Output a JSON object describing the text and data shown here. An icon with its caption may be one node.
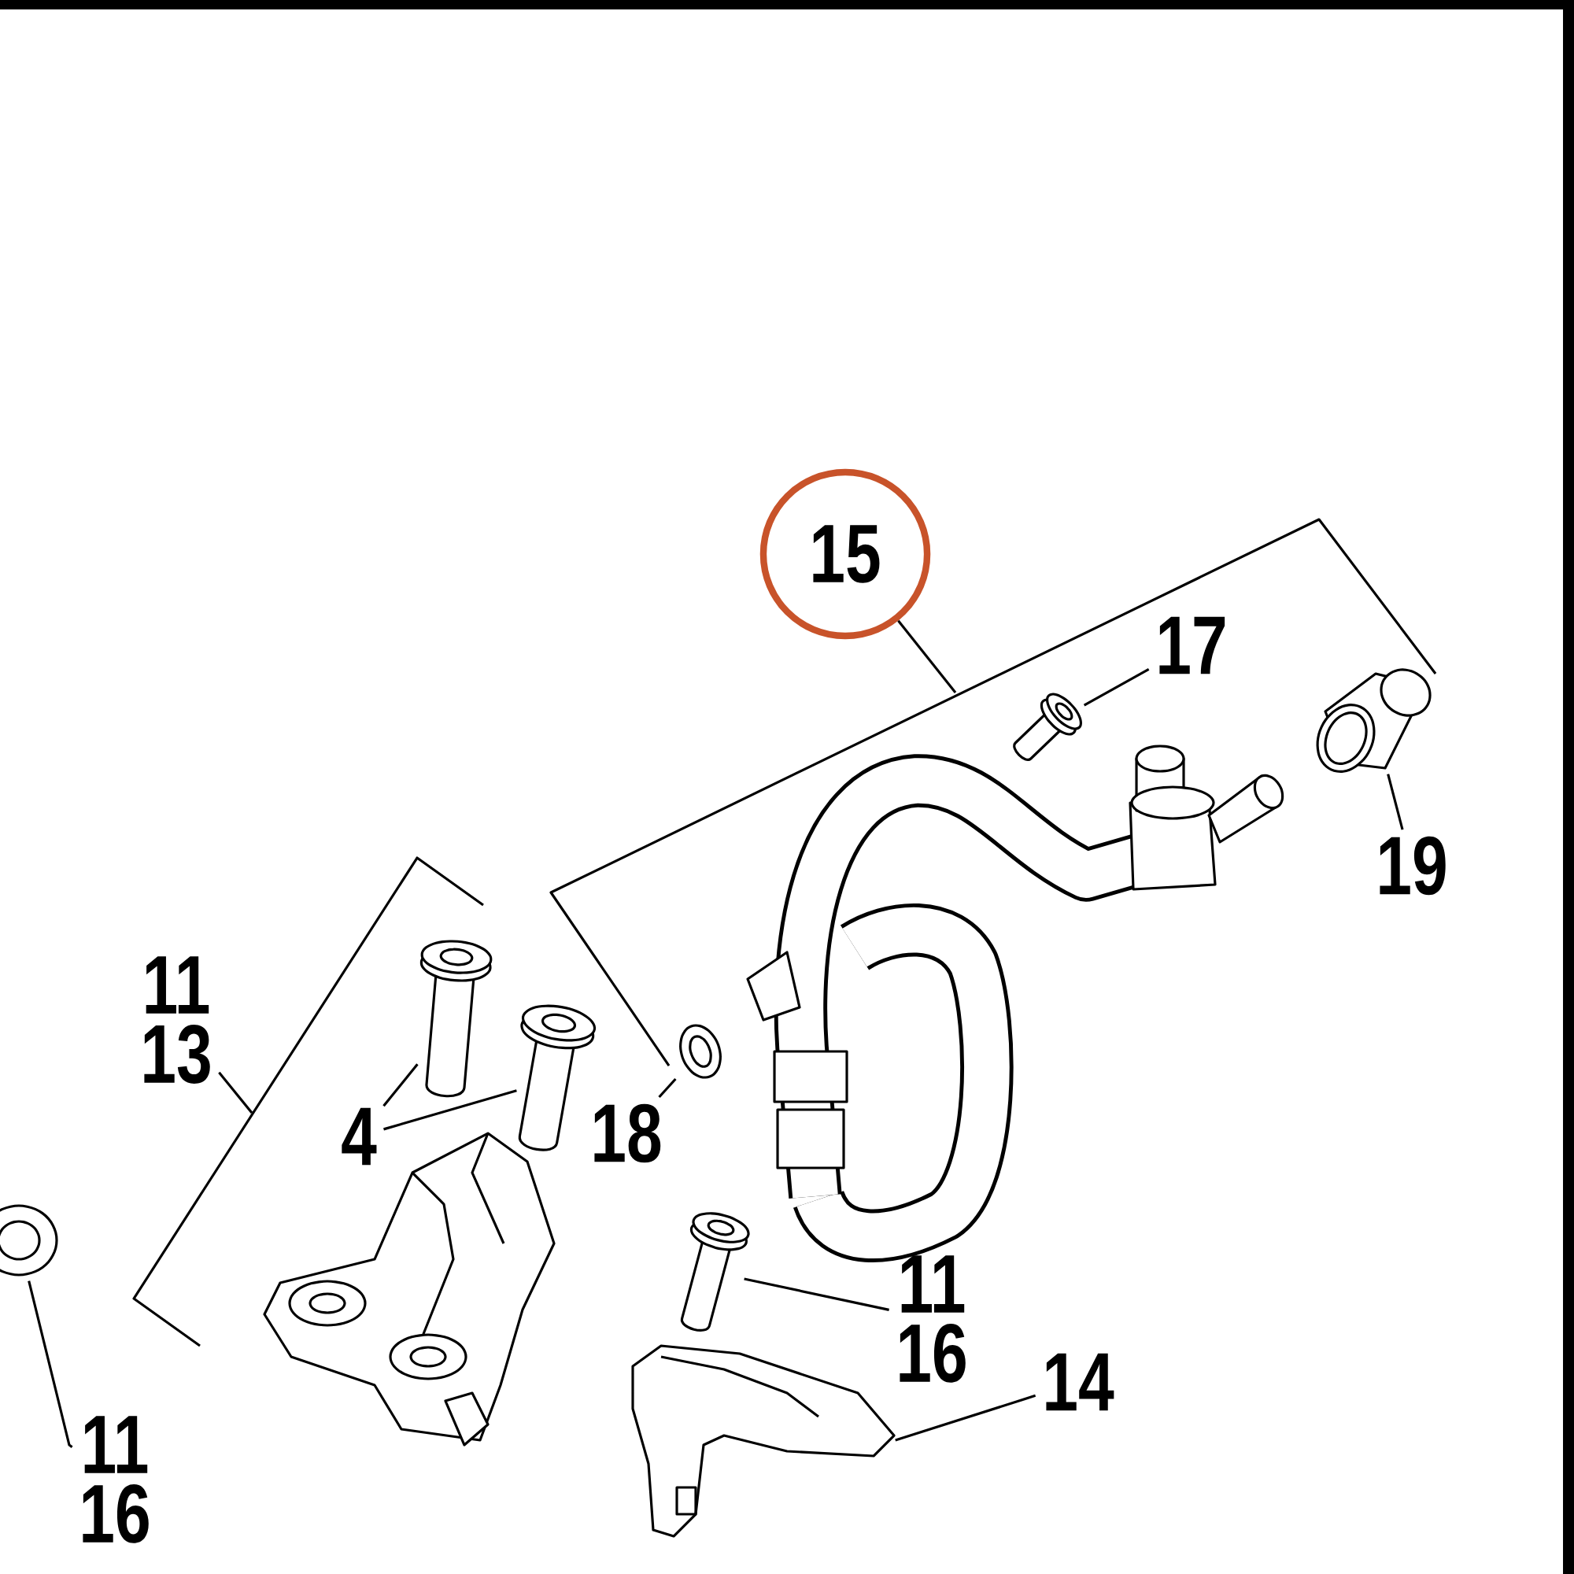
{
  "diagram": {
    "nodes": [
      {
        "text": [
          "15"
        ]
      },
      {
        "text": [
          "17"
        ]
      },
      {
        "text": [
          "19"
        ]
      },
      {
        "text": [
          "11",
          "13"
        ]
      },
      {
        "text": [
          "4"
        ]
      },
      {
        "text": [
          "18"
        ]
      },
      {
        "text": [
          "11",
          "16"
        ]
      },
      {
        "text": [
          "14"
        ]
      },
      {
        "text": [
          "11",
          "16"
        ]
      },
      {
        "text": [],
        "shape": "picture"
      },
      {
        "text": [],
        "shape": "picture"
      },
      {
        "text": [],
        "shape": "picture"
      },
      {
        "text": [],
        "shape": "picture"
      },
      {
        "text": [],
        "shape": "picture"
      },
      {
        "text": [],
        "shape": "picture"
      },
      {
        "text": [],
        "shape": "picture"
      },
      {
        "text": [],
        "shape": "picture"
      }
    ],
    "edges": [
      {
        "from": 0,
        "to": null,
        "arrow": "none"
      },
      {
        "from": 1,
        "to": 9,
        "arrow": "none"
      },
      {
        "from": 2,
        "to": 10,
        "arrow": "none"
      },
      {
        "from": 3,
        "to": null,
        "arrow": "none"
      },
      {
        "from": 4,
        "to": 11,
        "arrow": "none"
      },
      {
        "from": 4,
        "to": 12,
        "arrow": "none"
      },
      {
        "from": 5,
        "to": 13,
        "arrow": "none"
      },
      {
        "from": 6,
        "to": 14,
        "arrow": "none"
      },
      {
        "from": 7,
        "to": 15,
        "arrow": "none"
      },
      {
        "from": 8,
        "to": 16,
        "arrow": "none"
      }
    ]
  }
}
